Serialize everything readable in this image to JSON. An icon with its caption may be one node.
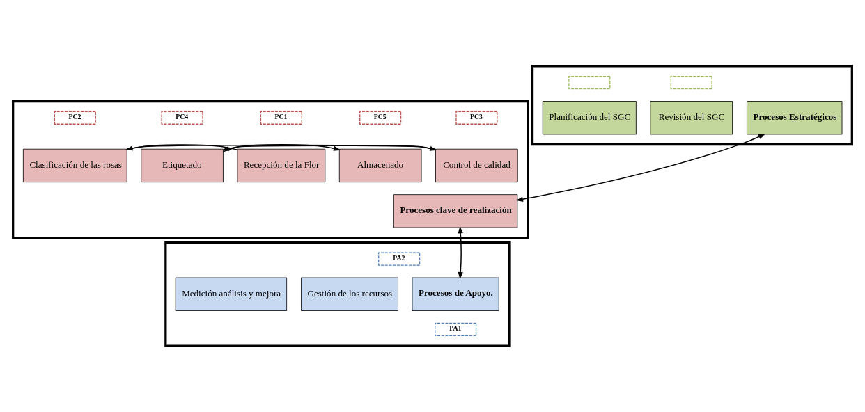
{
  "diagram": {
    "nodes": [
      {
        "text": [],
        "shape": "box"
      },
      {
        "text": [
          "Procesos Estratégicos"
        ],
        "in": 0
      },
      {
        "text": [],
        "shape": "box",
        "in": 0
      },
      {
        "text": [],
        "shape": "box",
        "in": 0
      },
      {
        "text": [
          "Planificación del SGC"
        ],
        "in": 0
      },
      {
        "text": [
          "Revisión del SGC"
        ],
        "in": 0
      },
      {
        "text": [],
        "shape": "box"
      },
      {
        "text": [
          "PC1"
        ],
        "in": 6
      },
      {
        "text": [
          "PC2"
        ],
        "in": 6
      },
      {
        "text": [
          "PC3"
        ],
        "in": 6
      },
      {
        "text": [
          "PC4"
        ],
        "in": 6
      },
      {
        "text": [
          "PC5"
        ],
        "in": 6
      },
      {
        "text": [
          "Recepción de la Flor"
        ],
        "in": 6
      },
      {
        "text": [
          "Clasificación de las rosas"
        ],
        "in": 6
      },
      {
        "text": [
          "Control de calidad"
        ],
        "in": 6
      },
      {
        "text": [
          "Etiquetado"
        ],
        "in": 6
      },
      {
        "text": [
          "Almacenado"
        ],
        "in": 6
      },
      {
        "text": [
          "Procesos clave de realización"
        ],
        "in": 6
      },
      {
        "text": [],
        "shape": "box"
      },
      {
        "text": [
          "PA2"
        ],
        "in": 18
      },
      {
        "text": [
          "Medición análisis y mejora"
        ],
        "in": 18
      },
      {
        "text": [
          "Gestión de los recursos"
        ],
        "in": 18
      },
      {
        "text": [
          "Procesos de Apoyo."
        ],
        "in": 18
      },
      {
        "text": [
          "PA1"
        ],
        "in": 18
      }
    ],
    "edges": [
      {
        "from": 12,
        "to": 13,
        "arrow": "to"
      },
      {
        "from": 13,
        "to": 14,
        "arrow": "to"
      },
      {
        "from": 14,
        "to": 15,
        "arrow": "to"
      },
      {
        "from": 15,
        "to": 16,
        "arrow": "to"
      },
      {
        "from": 1,
        "to": 17,
        "arrow": "both"
      },
      {
        "from": 17,
        "to": 22,
        "arrow": "both"
      }
    ]
  }
}
